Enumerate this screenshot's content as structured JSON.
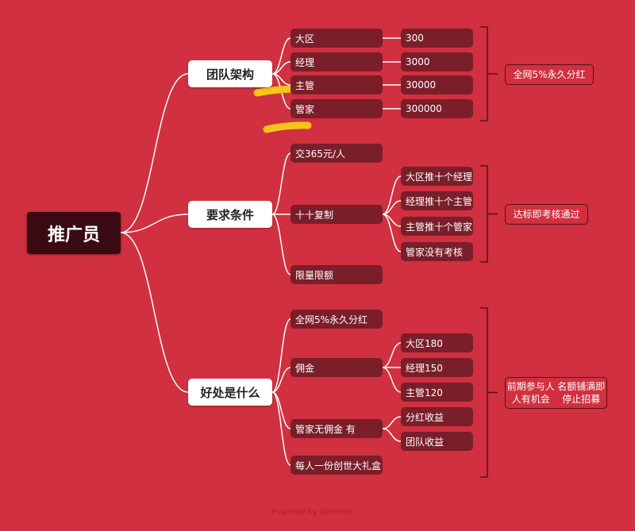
{
  "root": {
    "label": "推广员"
  },
  "categories": [
    {
      "id": "team",
      "label": "团队架构"
    },
    {
      "id": "req",
      "label": "要求条件"
    },
    {
      "id": "benefit",
      "label": "好处是什么"
    }
  ],
  "team": {
    "levels": [
      "大区",
      "经理",
      "主管",
      "管家"
    ],
    "values": [
      "300",
      "3000",
      "30000",
      "300000"
    ],
    "note": "全网5%永久分红"
  },
  "requirements": {
    "items": [
      "交365元/人",
      "十十复制",
      "限量限额"
    ],
    "sub": [
      "大区推十个经理",
      "经理推十个主管",
      "主管推十个管家",
      "管家没有考核"
    ],
    "note": "达标即考核通过"
  },
  "benefits": {
    "items": [
      "全网5%永久分红",
      "佣金",
      "管家无佣金   有",
      "每人一份创世大礼盒"
    ],
    "commission": [
      "大区180",
      "经理150",
      "主管120"
    ],
    "steward": [
      "分红收益",
      "团队收益"
    ],
    "note_lines": [
      "前期参与人人有机会",
      "名额铺满即停止招募"
    ]
  },
  "watermark": "Powered by Gitmind",
  "colors": {
    "background": "#d0303f",
    "node": "#7a1e2a",
    "root": "#3a0a12",
    "line": "#ffffff",
    "bracket": "#5a1018",
    "highlight_yellow": "#f5c518",
    "highlight_red": "#e0203a"
  }
}
